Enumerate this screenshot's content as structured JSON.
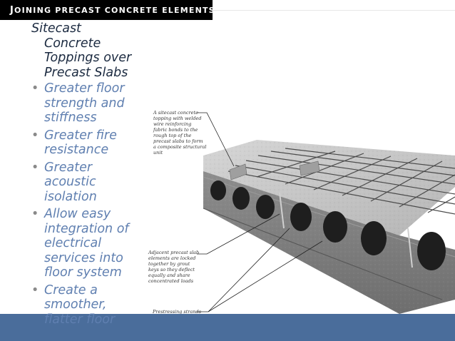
{
  "header": {
    "title": "Joining Precast Concrete Elements"
  },
  "text": {
    "heading_lines": [
      "Sitecast",
      "Concrete",
      "Toppings over",
      "Precast Slabs"
    ],
    "bullets": [
      {
        "lines": [
          "Greater floor",
          "strength and",
          "stiffness"
        ]
      },
      {
        "lines": [
          "Greater fire",
          "resistance"
        ]
      },
      {
        "lines": [
          "Greater",
          "acoustic",
          "isolation"
        ]
      },
      {
        "lines": [
          "Allow easy",
          "integration of",
          "electrical",
          "services into",
          "floor system"
        ]
      },
      {
        "lines": [
          "Create a",
          "smoother,",
          "flatter floor"
        ]
      }
    ]
  },
  "figure": {
    "callouts": {
      "topping": [
        "A sitecast concrete",
        "topping with welded",
        "wire reinforcing",
        "fabric bonds to the",
        "rough top of the",
        "precast slabs to form",
        "a composite structural",
        "unit"
      ],
      "keys": [
        "Adjacent precast slab",
        "elements are locked",
        "together by grout",
        "keys so they deflect",
        "equally and share",
        "concentrated loads"
      ],
      "strands": [
        "Prestressing strands"
      ]
    }
  },
  "colors": {
    "title_bar": "#000000",
    "bottom_band": "#4a6d9b",
    "heading_text": "#1b2a40",
    "bullet_text": "#5f7fb0"
  }
}
